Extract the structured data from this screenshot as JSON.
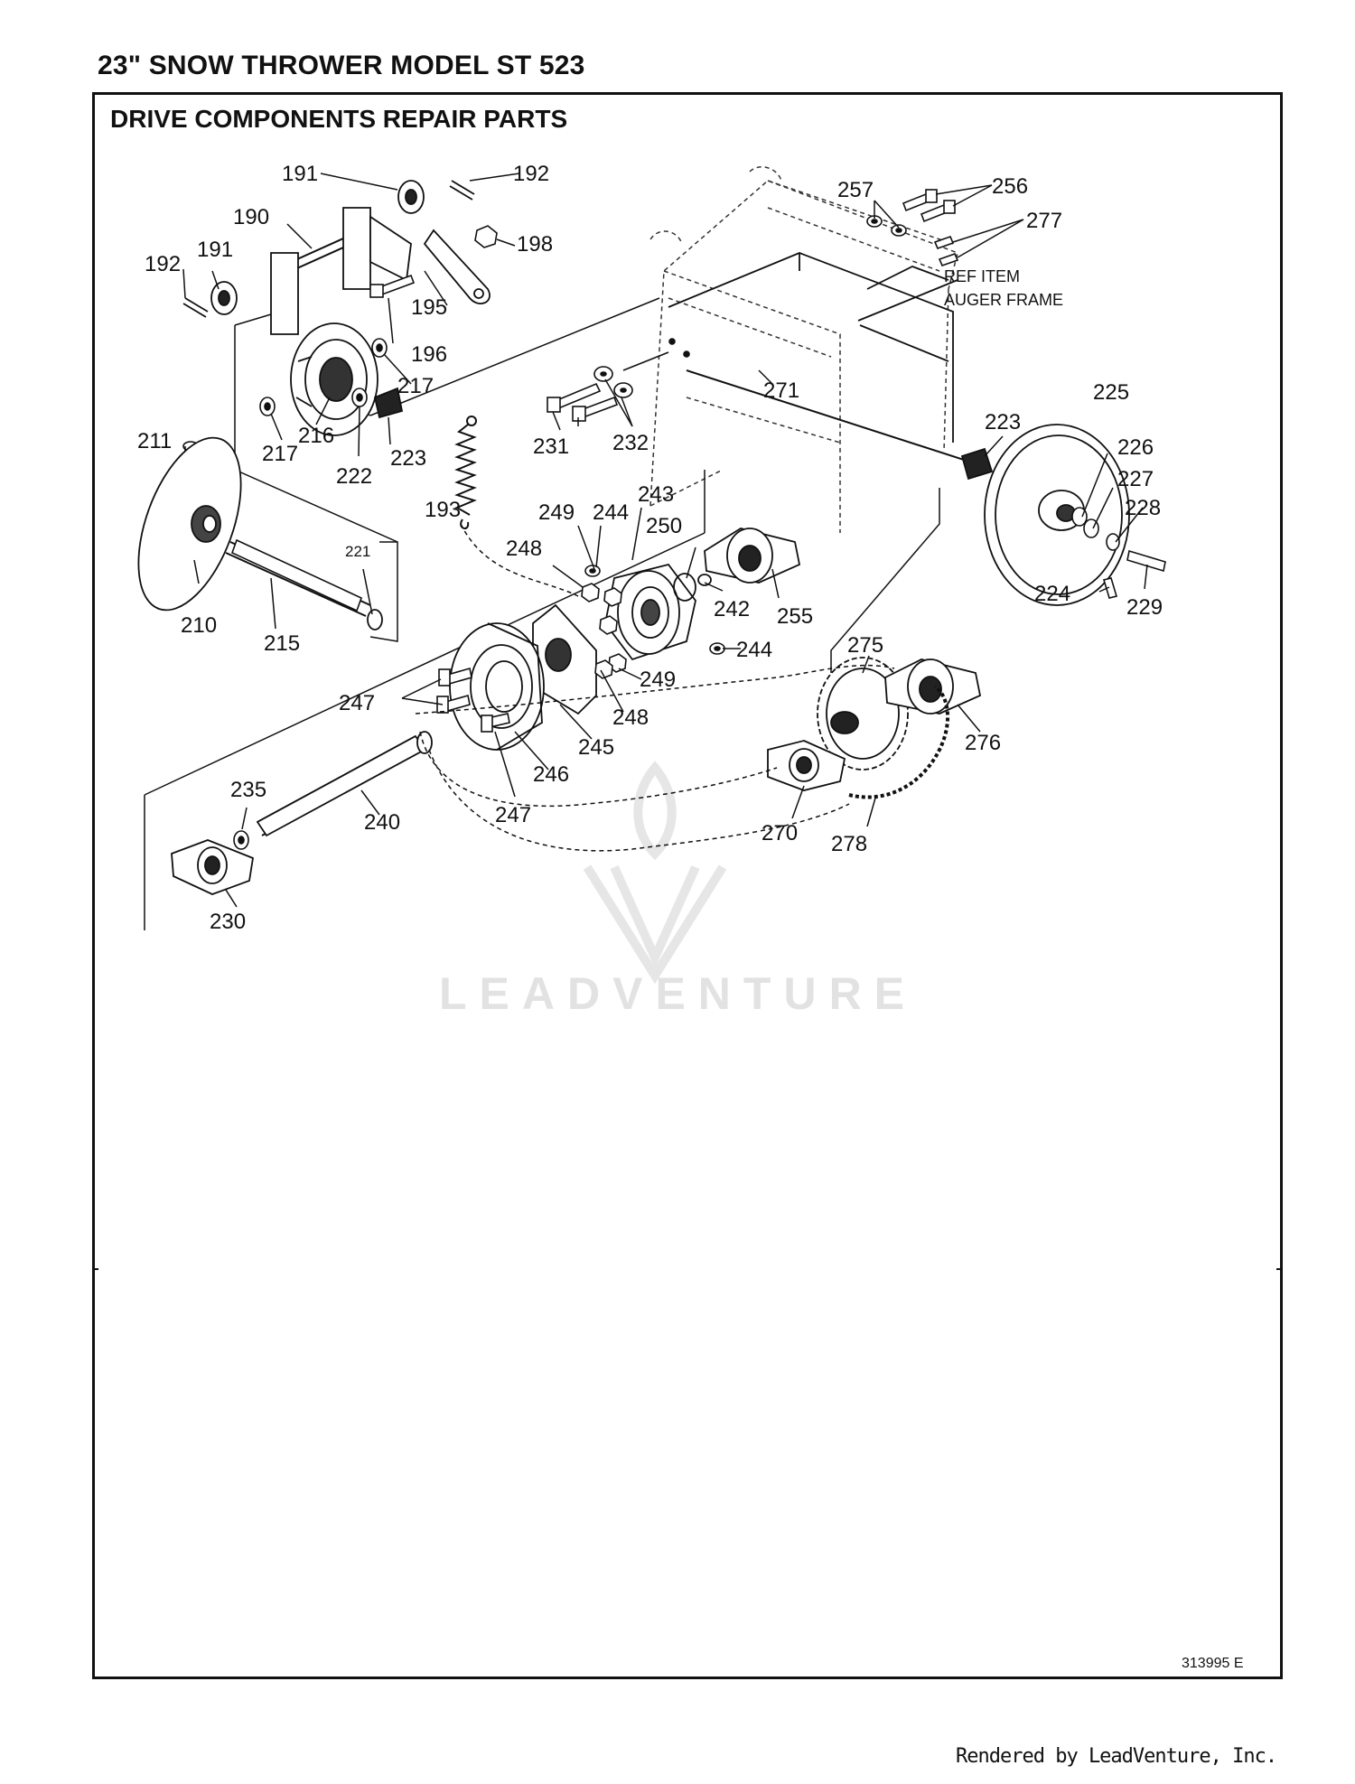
{
  "header": {
    "page_title": "23\" SNOW THROWER MODEL ST 523",
    "section_title": "DRIVE COMPONENTS REPAIR PARTS"
  },
  "callouts": {
    "c191a": "191",
    "c192a": "192",
    "c190": "190",
    "c198": "198",
    "c192b": "192",
    "c191b": "191",
    "c195": "195",
    "c196": "196",
    "c217a": "217",
    "c217b": "217",
    "c216": "216",
    "c222": "222",
    "c223a": "223",
    "c211": "211",
    "c193": "193",
    "c210": "210",
    "c215": "215",
    "c221": "221",
    "c231": "231",
    "c232": "232",
    "c271": "271",
    "c257": "257",
    "c256": "256",
    "c277": "277",
    "c225": "225",
    "c223b": "223",
    "c226": "226",
    "c227": "227",
    "c228": "228",
    "c224": "224",
    "c229": "229",
    "c249a": "249",
    "c244a": "244",
    "c243": "243",
    "c250": "250",
    "c248a": "248",
    "c242": "242",
    "c255": "255",
    "c244b": "244",
    "c249b": "249",
    "c248b": "248",
    "c247a": "247",
    "c245": "245",
    "c246": "246",
    "c247b": "247",
    "c235": "235",
    "c240": "240",
    "c230": "230",
    "c275": "275",
    "c276": "276",
    "c270": "270",
    "c278": "278"
  },
  "reference_note": {
    "line1": "REF ITEM",
    "line2": "AUGER FRAME"
  },
  "document_number": "313995 E",
  "watermark": {
    "brand": "LEADVENTURE"
  },
  "footer": {
    "credit": "Rendered by LeadVenture, Inc."
  }
}
